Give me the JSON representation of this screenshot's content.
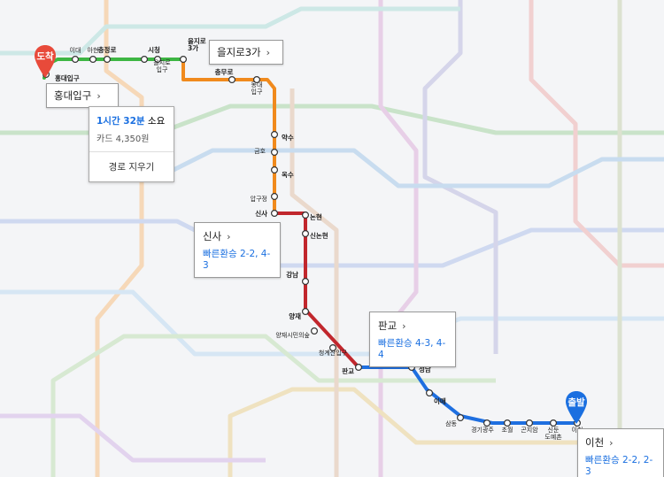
{
  "colors": {
    "line2": "#3db643",
    "line3": "#f08a1d",
    "shinbundang": "#c1272d",
    "gyeonggang": "#1e6fe0",
    "pin_arrival": "#e84a3a",
    "pin_departure": "#1a6fe0",
    "accent_text": "#1a6fe0"
  },
  "summary": {
    "time": "1시간 32분",
    "time_suffix": "소요",
    "fare": "카드 4,350원",
    "clear_label": "경로 지우기"
  },
  "pins": {
    "arrival": "도착",
    "departure": "출발"
  },
  "callouts": {
    "hongik": {
      "name": "홍대입구"
    },
    "euljiro3": {
      "name": "을지로3가"
    },
    "sinsa": {
      "name": "신사",
      "transfer": "빠른환승 2-2, 4-3"
    },
    "pangyo": {
      "name": "판교",
      "transfer": "빠른환승 4-3, 4-4"
    },
    "icheon": {
      "name": "이천",
      "transfer": "빠른환승 2-2, 2-3"
    }
  },
  "stations": {
    "hongdae": "홍대입구",
    "idae": "이대",
    "ahyeon": "아현",
    "chungjeongno": "충정로",
    "cityhall": "시청",
    "euljiro_ipgu": "을지로\n입구",
    "euljiro3": "을지로\n3가",
    "chungmuro": "충무로",
    "dongdae": "동대\n입구",
    "yaksu": "약수",
    "geumho": "금호",
    "oksu": "옥수",
    "apgujeong": "압구정",
    "sinsa": "신사",
    "nonhyeon": "논현",
    "sinnonhyeon": "신논현",
    "gangnam": "강남",
    "yangjae": "양재",
    "yangjae_citizens": "양재시민의숲",
    "cheonggyesan": "청계산입구",
    "pangyo": "판교",
    "seongnam": "성남",
    "imae": "이매",
    "samdong": "삼동",
    "gyeonggi_gwangju": "경기광주",
    "chowol": "초월",
    "gonjiam": "곤지암",
    "sindun": "신둔\n도예촌",
    "icheon": "이천"
  }
}
